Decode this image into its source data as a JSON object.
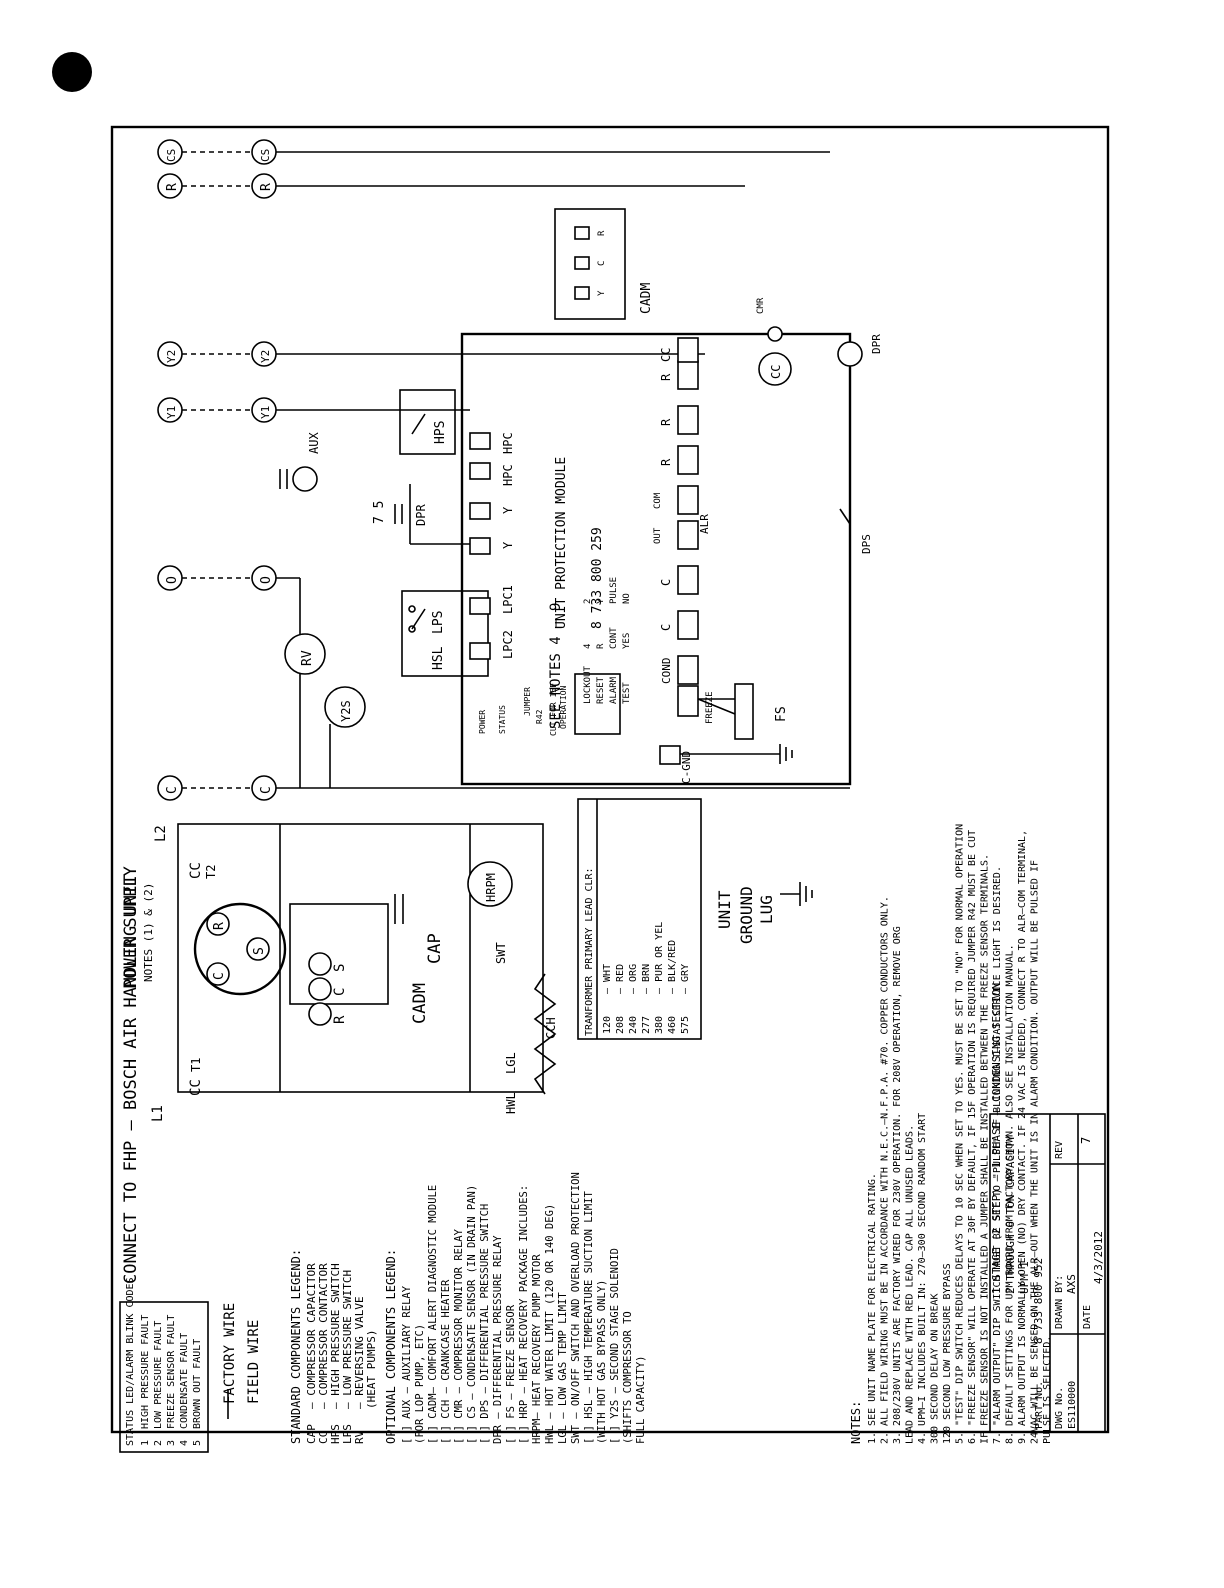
{
  "titles": {
    "main": "CONNECT TO FHP – BOSCH AIR HANDLING UNIT",
    "power_supply": "POWER SUPPLY",
    "power_notes": "NOTES (1) & (2)"
  },
  "top_terminals": [
    "C",
    "O",
    "Y1",
    "Y2",
    "R",
    "CS"
  ],
  "power_labels": {
    "l1": "L1",
    "l2": "L2",
    "t1": "T1",
    "t2": "T2",
    "cc_left": "CC",
    "cc_right": "CC",
    "c": "C",
    "s": "S",
    "r": "R",
    "cap": "CAP",
    "hrpm": "HRPM",
    "swt": "SWT",
    "lgl": "LGL",
    "hwl": "HWL",
    "cch": "CCH",
    "cadm": "CADM",
    "cadm_r": "R",
    "cadm_c": "C",
    "cadm_s": "S"
  },
  "transformer": {
    "header": "TRANFORMER PRIMARY LEAD CLR:",
    "rows": [
      [
        "120",
        "WHT"
      ],
      [
        "208",
        "RED"
      ],
      [
        "240",
        "ORG"
      ],
      [
        "277",
        "BRN"
      ],
      [
        "380",
        "PUR OR YEL"
      ],
      [
        "460",
        "BLK/RED"
      ],
      [
        "575",
        "GRY"
      ]
    ]
  },
  "ground_label": [
    "UNIT",
    "GROUND",
    "LUG"
  ],
  "control": {
    "rv": "RV",
    "y2s": "Y2S",
    "hsl": "HSL",
    "lps": "LPS",
    "dpr": "DPR",
    "dpr_pins": "7  5",
    "aux": "AUX",
    "hps": "HPS",
    "module_title": "UNIT PROTECTION MODULE",
    "module_part": "8 733 800 259",
    "see_notes": "SEE NOTES 4 – 9",
    "upm_top_terms": [
      "LPC2",
      "LPC1",
      "Y",
      "Y",
      "HPC",
      "HPC"
    ],
    "upm_bottom_terms": [
      "COND",
      "C",
      "C",
      "R",
      "R",
      "R",
      "CC"
    ],
    "alr": "ALR",
    "alr_out": "OUT",
    "alr_com": "COM",
    "freeze": "FREEZE",
    "c_gnd": "C-GND",
    "fs": "FS",
    "power": "POWER",
    "status": "STATUS",
    "jumper": "JUMPER",
    "r42": "R42",
    "cut": "CUT FOR 15F",
    "operation": "OPERATION",
    "dip_rows": [
      [
        "LOCKOUT",
        "4",
        "2"
      ],
      [
        "RESET",
        "R",
        "Y"
      ],
      [
        "ALARM",
        "CONT",
        "PULSE"
      ],
      [
        "TEST",
        "YES",
        "NO"
      ]
    ],
    "cadm": "CADM",
    "cadm_pins": [
      "Y",
      "C",
      "R"
    ],
    "cmr": "CMR",
    "cc": "CC",
    "dps": "DPS",
    "dpr2": "DPR"
  },
  "blink_codes": {
    "header": "STATUS LED/ALARM BLINK CODES",
    "rows": [
      [
        "1",
        "HIGH PRESSURE FAULT"
      ],
      [
        "2",
        "LOW PRESSURE FAULT"
      ],
      [
        "3",
        "FREEZE SENSOR FAULT"
      ],
      [
        "4",
        "CONDENSATE FAULT"
      ],
      [
        "5",
        "BROWN OUT FAULT"
      ]
    ]
  },
  "wire_legend": {
    "factory": "FACTORY WIRE",
    "field": "FIELD WIRE"
  },
  "standard_legend": {
    "title": "STANDARD COMPONENTS LEGEND:",
    "items": [
      [
        "CAP",
        "–  COMPRESSOR CAPACITOR"
      ],
      [
        "CC",
        "–  COMPRESSOR CONTACTOR"
      ],
      [
        "HPS",
        "–  HIGH PRESSURE SWITCH"
      ],
      [
        "LPS",
        "–  LOW PRESSURE SWITCH"
      ],
      [
        "RV",
        "–  REVERSING VALVE"
      ],
      [
        "",
        "     (HEAT PUMPS)"
      ]
    ]
  },
  "optional_legend": {
    "title": "OPTIONAL COMPONENTS LEGEND:",
    "items": [
      "[  ]  AUX  –  AUXILIARY RELAY",
      "                 (FOR LOP PUMP, ETC)",
      "[  ]  CADM–  COMFORT ALERT DIAGNOSTIC MODULE",
      "[  ]  CCH  –  CRANKCASE HEATER",
      "[  ]  CMR  –  COMPRESSOR MONITOR RELAY",
      "[  ]  CS    –  CONDENSATE SENSOR (IN DRAIN PAN)",
      "[  ]  DPS  –  DIFFERENTIAL PRESSURE SWITCH",
      "        DPR  –  DIFFERENTIAL PRESSURE RELAY",
      "[  ]  FS    –  FREEZE SENSOR",
      "[  ]  HRP  –  HEAT RECOVERY PACKAGE INCLUDES:",
      "        HRPM–  HEAT RECOVERY PUMP MOTOR",
      "        HWL  –  HOT WATER LIMIT (120 OR 140 DEG)",
      "        LGL   –  LOW GAS TEMP LIMIT",
      "        SWT  –  ON/OFF SWITCH AND OVERLOAD PROTECTION",
      "[  ]  HSL  –  HIGH TEMPERATURE SUCTION LIMIT",
      "                 (WITH HOT GAS BYPASS ONLY)",
      "[  ]  Y2S    –  SECOND STAGE SOLENOID",
      "         (SHIFTS COMPRESSOR TO",
      "          FULL CAPACITY)"
    ]
  },
  "notes": {
    "title": "NOTES:",
    "lines": [
      "1.   SEE UNIT NAME PLATE FOR ELECTRICAL RATING.",
      "2.   ALL FIELD WIRING MUST BE IN ACCORDANCE WITH N.E.C.–N.F.P.A. #70. COPPER CONDUCTORS ONLY.",
      "3.   208/230V UNITS ARE FACTORY WIRED FOR 230V OPERATION.  FOR 208V OPERATION, REMOVE ORG",
      "        LEAD AND REPLACE WITH RED LEAD.  CAP ALL UNUSED LEADS.",
      "4.   UPM–I INCLUDES BUILT IN:  270–300 SECOND RANDOM START",
      "                                            300 SECOND DELAY ON BREAK",
      "                                            120 SECOND LOW PRESSURE BYPASS",
      "5.   \"TEST\" DIP SWITCH REDUCES DELAYS TO 10 SEC WHEN SET TO YES. MUST BE SET TO \"NO\" FOR NORMAL OPERATION",
      "6.   \"FREEZE SENSOR\" WILL OPERATE AT 30F BY DEFAULT, IF 15F OPERATION IS REQUIRED JUMPER R42  MUST BE CUT",
      "        IF FREEZE SENSOR IS NOT INSTALLED A JUMPER SHALL BE INSTALLED BETWEEN THE FREEZE SENSOR TERMINALS.",
      "7.   \"ALARM OUTPUT\" DIP SWITCH MUST BE SET TO \"PULSE\" IF BLINKING T–STAT SERVICE LIGHT IS DESIRED.",
      "8.   DEFAULT SETTINGS FOR UPM BOARD FROM FACTORY SHOWN. ALSO SEE INSTALLATION MANUAL.",
      "9.   ALARM OUTPUT IS NORMALLY OPEN (NO) DRY CONTACT. IF 24 VAC IS NEEDED, CONNECT R TO ALR–COM TERMINAL,",
      "        24VAC WILL BE SENSED ON  THE ALR–OUT WHEN THE UNIT IS IN ALARM CONDITION. OUTPUT WILL BE PULSED IF",
      "        PULSE IS SELECTED."
    ]
  },
  "title_block": {
    "desc": [
      "1 STAGE (2 STEP) – 1 PHASE – CONDENSING SECTION",
      "2 THROUGH 6 TON CAPACITY",
      "UPM I"
    ],
    "part_label": "PART No.",
    "part_value": "8 733 800 952",
    "dwg_label": "DWG No.",
    "dwg_value": "ES110000",
    "drawn_label": "DRAWN BY:",
    "drawn_value": "AXS",
    "date_label": "DATE",
    "date_value": "4/3/2012",
    "rev_label": "REV",
    "rev_value": "7"
  }
}
